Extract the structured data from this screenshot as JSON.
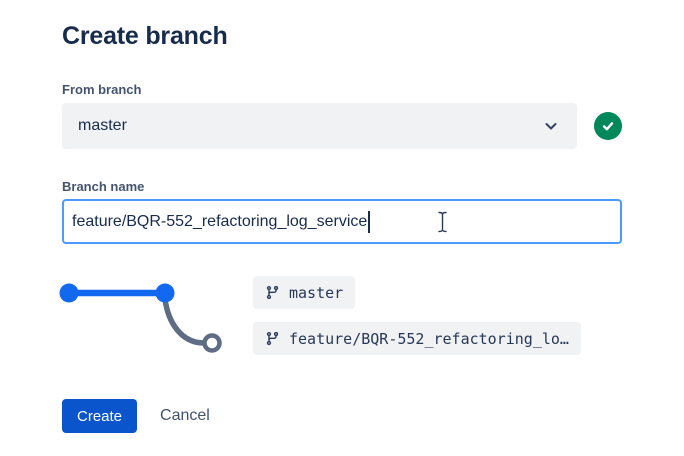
{
  "dialog": {
    "title": "Create branch"
  },
  "form": {
    "from_branch": {
      "label": "From branch",
      "selected": "master",
      "validation_state": "valid"
    },
    "branch_name": {
      "label": "Branch name",
      "value": "feature/BQR-552_refactoring_log_service"
    }
  },
  "graph": {
    "source_branch_label": "master",
    "new_branch_label": "feature/BQR-552_refactoring_lo…"
  },
  "actions": {
    "create_label": "Create",
    "cancel_label": "Cancel"
  },
  "colors": {
    "heading": "#172B4D",
    "label_gray": "#44546F",
    "field_bg": "#F1F2F4",
    "focus_border": "#4C9AFF",
    "success_green": "#00875A",
    "graph_blue": "#1368F0",
    "graph_gray": "#5E6C84",
    "button_blue": "#0A55CC",
    "cancel_text": "#42526E"
  }
}
